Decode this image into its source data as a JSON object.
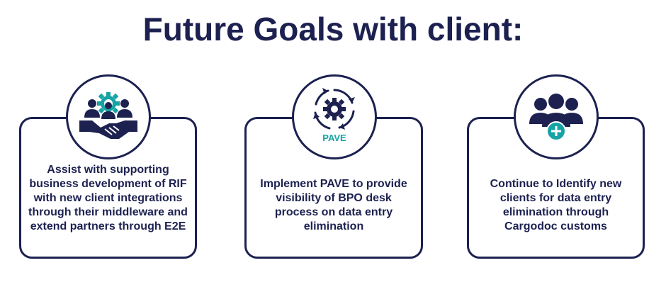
{
  "title": "Future Goals with client:",
  "cards": [
    {
      "icon": "handshake-team-icon",
      "text": "Assist with supporting business development of RIF with new client integrations through their middleware and extend partners through E2E"
    },
    {
      "icon": "pave-gear-cycle-icon",
      "icon_label": "PAVE",
      "text": "Implement PAVE to provide visibility of BPO desk process on data entry elimination"
    },
    {
      "icon": "add-group-icon",
      "text": "Continue to Identify new clients for data entry elimination through Cargodoc customs"
    }
  ],
  "colors": {
    "navy": "#1c2150",
    "teal": "#17a3a6"
  }
}
